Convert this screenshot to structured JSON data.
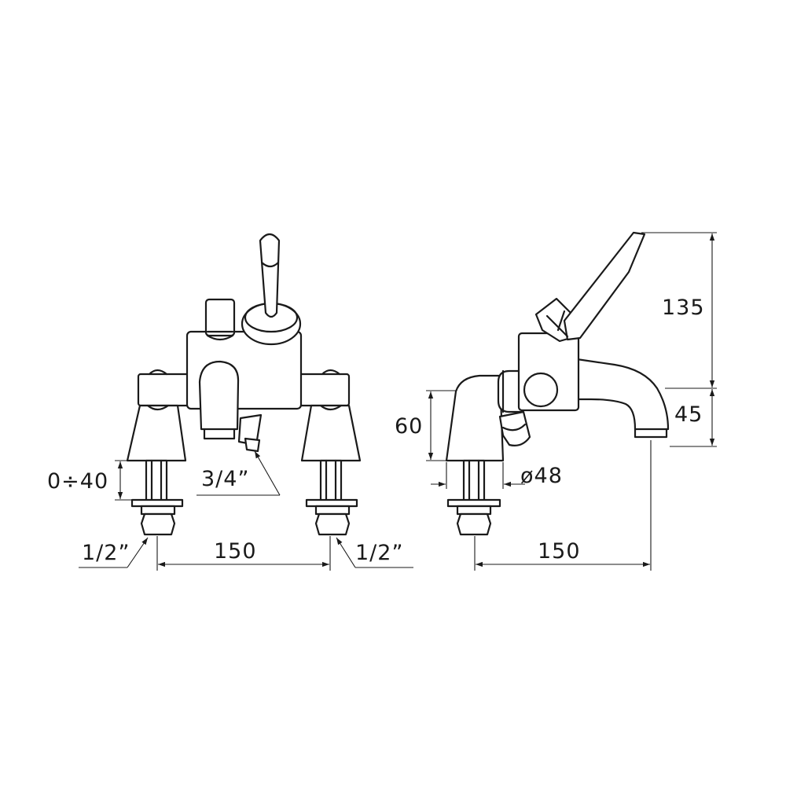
{
  "labels": {
    "range_front": "0÷40",
    "outlet_thread": "3/4”",
    "inlet_thread_left": "1/2”",
    "inlet_thread_right": "1/2”",
    "centers_front": "150",
    "height_side": "60",
    "diameter_side": "ø48",
    "spout_projection": "150",
    "handle_height": "135",
    "spout_height": "45"
  },
  "colors": {
    "line": "#1a1a1a",
    "background": "#ffffff"
  }
}
